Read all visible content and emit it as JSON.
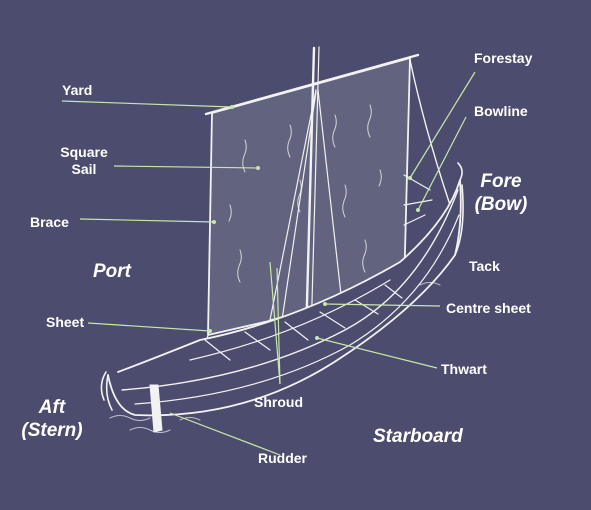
{
  "diagram": {
    "labels": {
      "yard": "Yard",
      "square_sail_1": "Square",
      "square_sail_2": "Sail",
      "brace": "Brace",
      "sheet": "Sheet",
      "forestay": "Forestay",
      "bowline": "Bowline",
      "tack": "Tack",
      "centre_sheet": "Centre sheet",
      "thwart": "Thwart",
      "shroud": "Shroud",
      "rudder": "Rudder"
    },
    "directions": {
      "port": "Port",
      "starboard": "Starboard",
      "fore_1": "Fore",
      "fore_2": "(Bow)",
      "aft_1": "Aft",
      "aft_2": "(Stern)"
    },
    "colors": {
      "background": "#4b4c6e",
      "sketch": "#f2f2f2",
      "sail_fill": "#62637f",
      "leader_line": "#c9e7a9"
    }
  }
}
